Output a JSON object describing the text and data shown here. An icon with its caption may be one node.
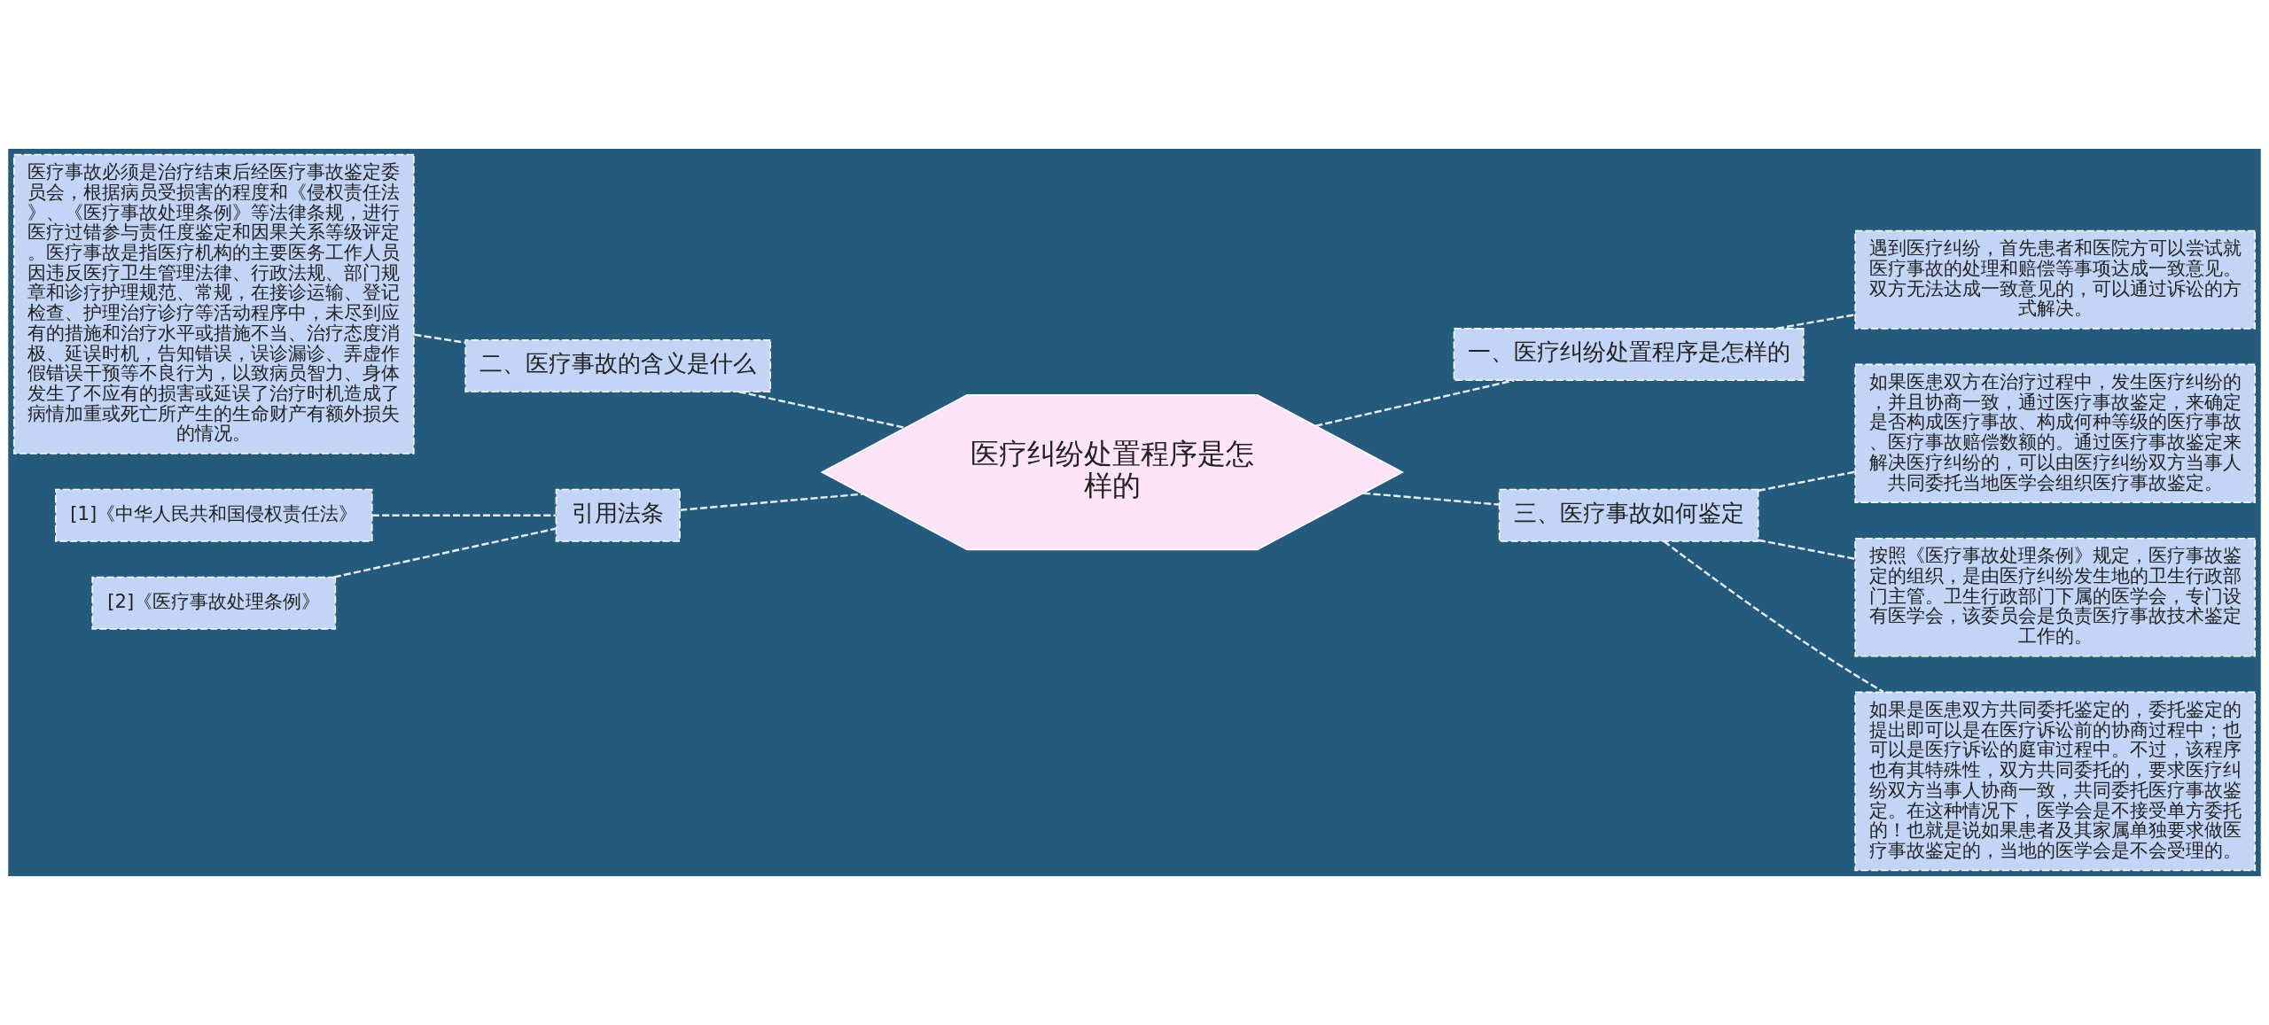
{
  "diagram": {
    "nodes": [
      {
        "text": [
          "医疗纠纷处置程序是怎样的"
        ]
      },
      {
        "text": [
          "一、医疗纠纷处置程序是怎样的"
        ]
      },
      {
        "text": [
          "遇到医疗纠纷，首先患者和医院方可以尝试就医疗事故的处理和赔偿等事项达成一致意见。双方无法达成一致意见的，可以通过诉讼的方式解决。"
        ]
      },
      {
        "text": [
          "二、医疗事故的含义是什么"
        ]
      },
      {
        "text": [
          "医疗事故必须是治疗结束后经医疗事故鉴定委员会，根据病员受损害的程度和《侵权责任法》、《医疗事故处理条例》等法律条规，进行医疗过错参与责任度鉴定和因果关系等级评定。医疗事故是指医疗机构的主要医务工作人员因违反医疗卫生管理法律、行政法规、部门规章和诊疗护理规范、常规，在接诊运输、登记检查、护理治疗诊疗等活动程序中，未尽到应有的措施和治疗水平或措施不当、治疗态度消极、延误时机，告知错误，误诊漏诊、弄虚作假错误干预等不良行为，以致病员智力、身体发生了不应有的损害或延误了治疗时机造成了病情加重或死亡所产生的生命财产有额外损失的情况。"
        ]
      },
      {
        "text": [
          "三、医疗事故如何鉴定"
        ]
      },
      {
        "text": [
          "如果医患双方在治疗过程中，发生医疗纠纷的，并且协商一致，通过医疗事故鉴定，来确定是否构成医疗事故、构成何种等级的医疗事故、医疗事故赔偿数额的。通过医疗事故鉴定来解决医疗纠纷的，可以由医疗纠纷双方当事人共同委托当地医学会组织医疗事故鉴定。"
        ]
      },
      {
        "text": [
          "按照《医疗事故处理条例》规定，医疗事故鉴定的组织，是由医疗纠纷发生地的卫生行政部门主管。卫生行政部门下属的医学会，专门设有医学会，该委员会是负责医疗事故技术鉴定工作的。"
        ]
      },
      {
        "text": [
          "如果是医患双方共同委托鉴定的，委托鉴定的提出即可以是在医疗诉讼前的协商过程中；也可以是医疗诉讼的庭审过程中。不过，该程序也有其特殊性，双方共同委托的，要求医疗纠纷双方当事人协商一致，共同委托医疗事故鉴定。在这种情况下，医学会是不接受单方委托的！也就是说如果患者及其家属单独要求做医疗事故鉴定的，当地的医学会是不会受理的。"
        ]
      },
      {
        "text": [
          "引用法条"
        ]
      },
      {
        "text": [
          "[1]《中华人民共和国侵权责任法》"
        ]
      },
      {
        "text": [
          "[2]《医疗事故处理条例》"
        ]
      }
    ],
    "edges": [
      {
        "from": 0,
        "to": 1,
        "arrow": "none",
        "style": "dashed"
      },
      {
        "from": 1,
        "to": 2,
        "arrow": "none",
        "style": "dashed"
      },
      {
        "from": 0,
        "to": 3,
        "arrow": "none",
        "style": "dashed"
      },
      {
        "from": 3,
        "to": 4,
        "arrow": "none",
        "style": "dashed"
      },
      {
        "from": 0,
        "to": 5,
        "arrow": "none",
        "style": "dashed"
      },
      {
        "from": 5,
        "to": 6,
        "arrow": "none",
        "style": "dashed"
      },
      {
        "from": 5,
        "to": 7,
        "arrow": "none",
        "style": "dashed"
      },
      {
        "from": 5,
        "to": 8,
        "arrow": "none",
        "style": "dashed"
      },
      {
        "from": 0,
        "to": 9,
        "arrow": "none",
        "style": "dashed"
      },
      {
        "from": 9,
        "to": 10,
        "arrow": "none",
        "style": "dashed"
      },
      {
        "from": 9,
        "to": 11,
        "arrow": "none",
        "style": "dashed"
      }
    ]
  }
}
